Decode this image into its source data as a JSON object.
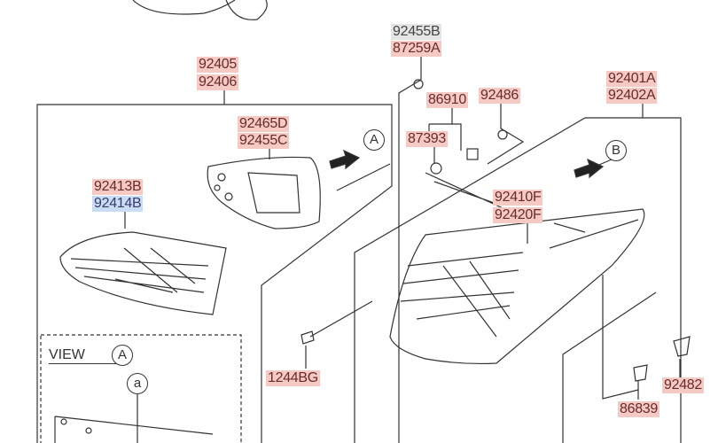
{
  "labels": {
    "p92455B": "92455B",
    "p87259A": "87259A",
    "p92405": "92405",
    "p92406": "92406",
    "p92465D": "92465D",
    "p92455C": "92455C",
    "p92413B": "92413B",
    "p92414B": "92414B",
    "p86910": "86910",
    "p92486": "92486",
    "p87393": "87393",
    "p92410F": "92410F",
    "p92420F": "92420F",
    "p92401A": "92401A",
    "p92402A": "92402A",
    "p1244BG": "1244BG",
    "p92482": "92482",
    "p86839": "86839"
  },
  "callouts": {
    "A1": "A",
    "B": "B",
    "A2": "A",
    "a": "a"
  },
  "view": {
    "label": "VIEW"
  },
  "colors": {
    "pink": "#f5cac4",
    "blue": "#c8dcf3",
    "gray": "#e4e4e4"
  }
}
